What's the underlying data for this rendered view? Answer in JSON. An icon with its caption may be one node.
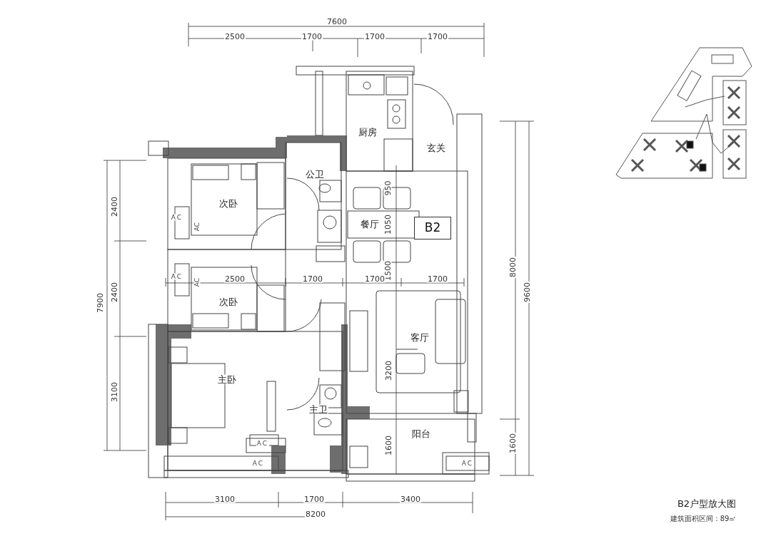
{
  "diagram": {
    "nodes": [
      {
        "text": [
          "B2"
        ]
      }
    ],
    "edges": [],
    "labels": [
      "7600",
      "2500",
      "1700",
      "1700",
      "1700",
      "厨房",
      "玄关",
      "公卫",
      "次卧",
      "餐厅",
      "950",
      "1050",
      "1500",
      "2500",
      "1700",
      "1700",
      "1700",
      "次卧",
      "客厅",
      "3200",
      "主卧",
      "主卫",
      "阳台",
      "1600",
      "2400",
      "2400",
      "7900",
      "3100",
      "8000",
      "9600",
      "1600",
      "3100",
      "1700",
      "3400",
      "8200",
      "AC",
      "AC",
      "AC",
      "AC",
      "AC",
      "AC",
      "AC",
      "B2户型放大图",
      "建筑面积区间：89㎡"
    ]
  }
}
